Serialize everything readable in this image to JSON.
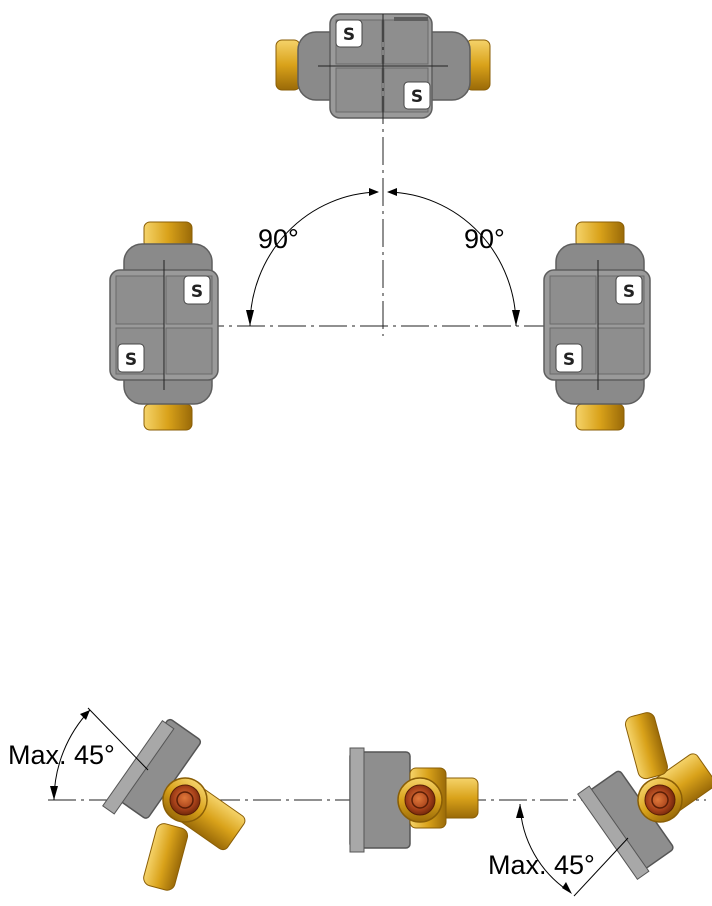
{
  "top_diagram": {
    "left_angle_label": "90°",
    "right_angle_label": "90°",
    "badge_letter": "S"
  },
  "bottom_diagram": {
    "left_tilt_label": "Max. 45°",
    "right_tilt_label": "Max. 45°"
  },
  "colors": {
    "body_gray": "#8a8a8a",
    "body_dark": "#6e6e6e",
    "body_light": "#a8a8a8",
    "brass": "#d9a21a",
    "brass_dark": "#a8760a",
    "copper": "#a8421a"
  }
}
